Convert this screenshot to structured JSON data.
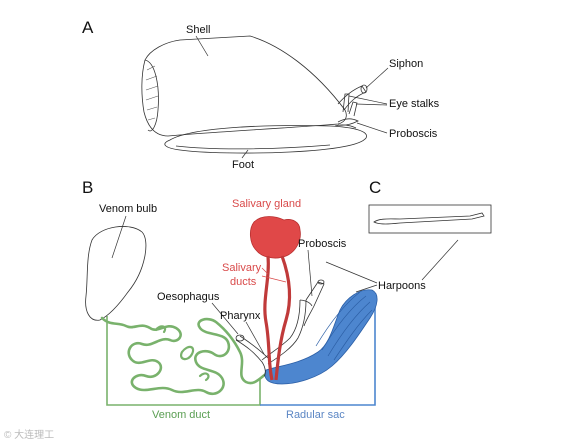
{
  "panels": {
    "a": {
      "letter": "A",
      "labels": {
        "shell": "Shell",
        "siphon": "Siphon",
        "eye_stalks": "Eye stalks",
        "proboscis": "Proboscis",
        "foot": "Foot"
      }
    },
    "b": {
      "letter": "B",
      "labels": {
        "venom_bulb": "Venom bulb",
        "salivary_gland": "Salivary gland",
        "salivary_ducts_line1": "Salivary",
        "salivary_ducts_line2": "ducts",
        "proboscis": "Proboscis",
        "harpoons": "Harpoons",
        "oesophagus": "Oesophagus",
        "pharynx": "Pharynx",
        "venom_duct": "Venom duct",
        "radular_sac": "Radular sac"
      }
    },
    "c": {
      "letter": "C"
    }
  },
  "watermark": "© 大连理工",
  "colors": {
    "salivary_red": "#e04848",
    "venom_green": "#79b26c",
    "radular_blue": "#4d86cf",
    "text_red": "#d94a4a",
    "text_green": "#5a9e52",
    "text_blue": "#5b86c4"
  }
}
